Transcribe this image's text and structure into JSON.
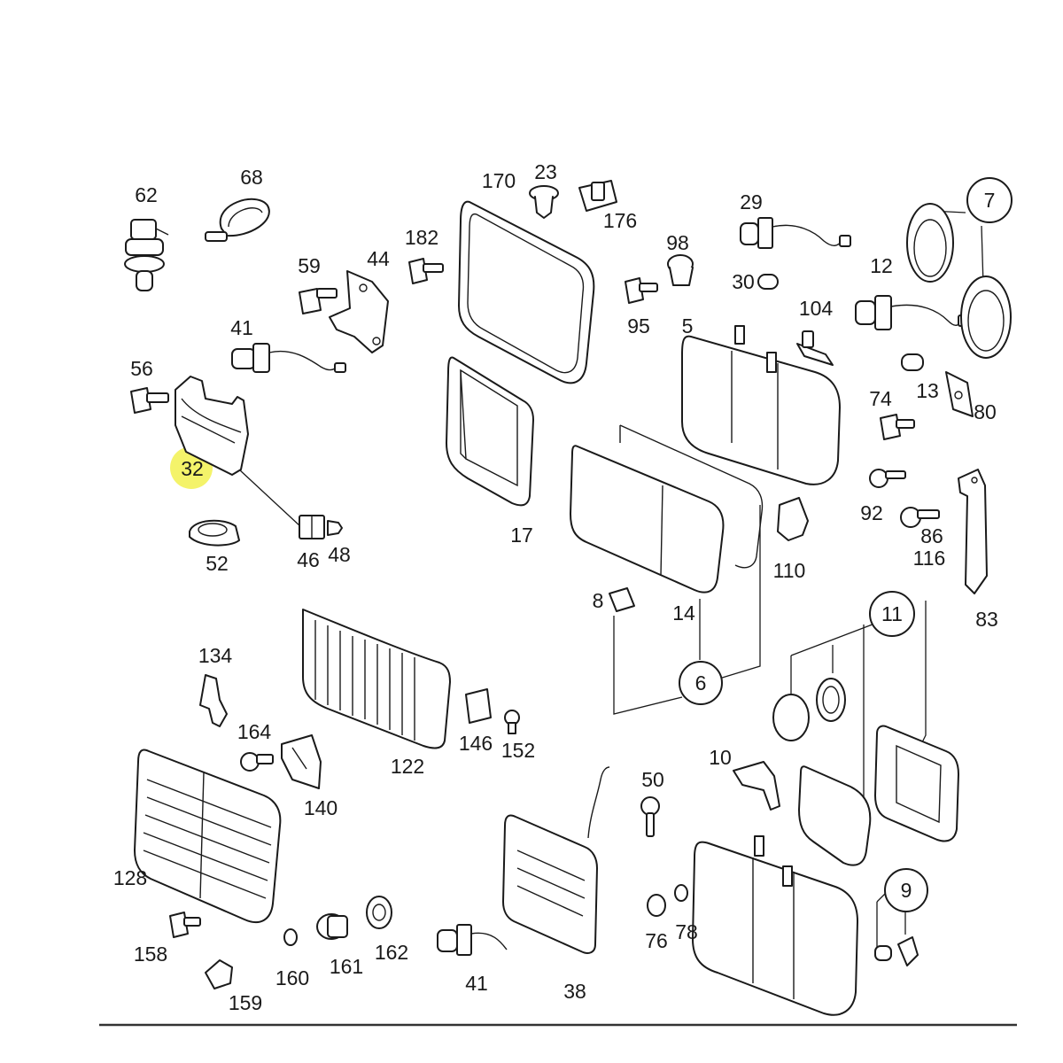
{
  "highlight_color": "#f4f36a",
  "parts": {
    "p62": "62",
    "p68": "68",
    "p59": "59",
    "p44": "44",
    "p41a": "41",
    "p56": "56",
    "p32": "32",
    "p52": "52",
    "p46": "46",
    "p48": "48",
    "p182": "182",
    "p170": "170",
    "p23": "23",
    "p176": "176",
    "p17": "17",
    "p29": "29",
    "p98": "98",
    "p30": "30",
    "p95": "95",
    "p104": "104",
    "p5": "5",
    "p12": "12",
    "p13": "13",
    "p80": "80",
    "p74": "74",
    "p92": "92",
    "p86": "86",
    "p116": "116",
    "p83": "83",
    "p110": "110",
    "p14": "14",
    "p8": "8",
    "p134": "134",
    "p164": "164",
    "p140": "140",
    "p122": "122",
    "p146": "146",
    "p152": "152",
    "p128": "128",
    "p158": "158",
    "p159": "159",
    "p160": "160",
    "p161": "161",
    "p162": "162",
    "p41b": "41",
    "p38": "38",
    "p50": "50",
    "p10": "10",
    "p76": "76",
    "p78": "78"
  },
  "groups": {
    "g7": "7",
    "g6": "6",
    "g11": "11",
    "g9": "9"
  }
}
